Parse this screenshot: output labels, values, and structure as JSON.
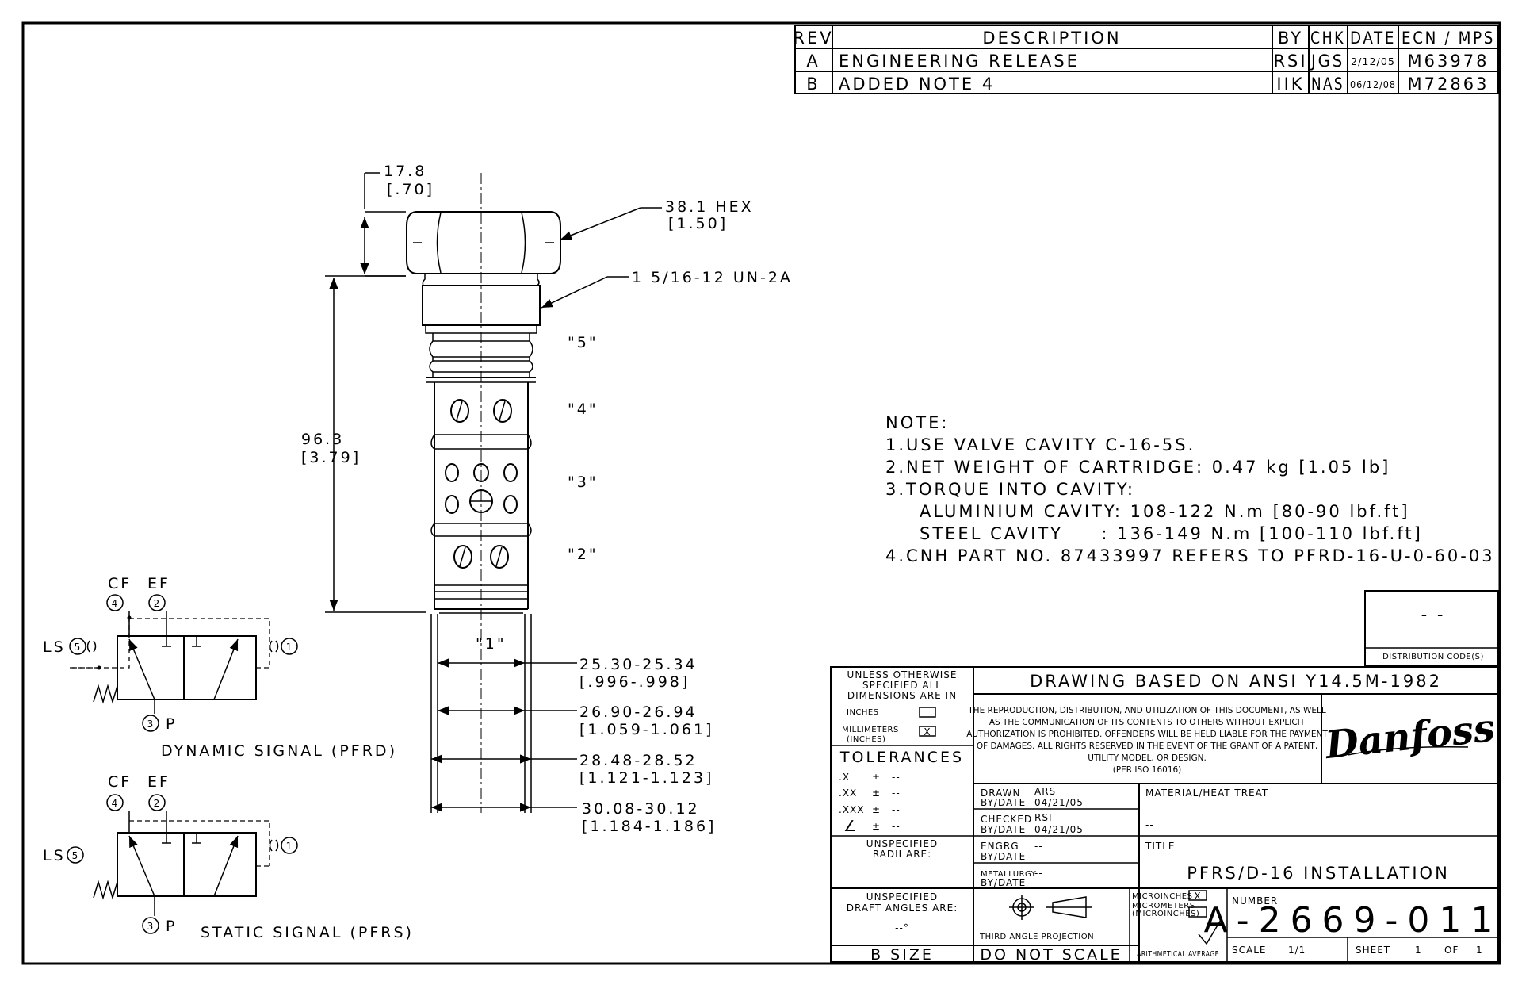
{
  "revisions": {
    "headers": [
      "REV",
      "DESCRIPTION",
      "BY",
      "CHK",
      "DATE",
      "ECN / MPS"
    ],
    "rows": [
      [
        "A",
        "ENGINEERING RELEASE",
        "RSI",
        "JGS",
        "2/12/05",
        "M63978"
      ],
      [
        "B",
        "ADDED NOTE 4",
        "IIK",
        "NAS",
        "06/12/08",
        "M72863"
      ]
    ]
  },
  "dims": {
    "hex_height_mm": "17.8",
    "hex_height_in": "[.70]",
    "hex_size": "38.1 HEX",
    "hex_size_in": "[1.50]",
    "thread": "1 5/16-12 UN-2A",
    "length_mm": "96.3",
    "length_in": "[3.79]",
    "d1_mm": "25.30-25.34",
    "d1_in": "[.996-.998]",
    "d2_mm": "26.90-26.94",
    "d2_in": "[1.059-1.061]",
    "d3_mm": "28.48-28.52",
    "d3_in": "[1.121-1.123]",
    "d4_mm": "30.08-30.12",
    "d4_in": "[1.184-1.186]"
  },
  "ports": {
    "p5": "\"5\"",
    "p4": "\"4\"",
    "p3": "\"3\"",
    "p2": "\"2\"",
    "p1": "\"1\""
  },
  "notes": {
    "heading": "NOTE:",
    "n1": "1.USE VALVE CAVITY C-16-5S.",
    "n2": "2.NET WEIGHT OF CARTRIDGE: 0.47 kg [1.05 lb]",
    "n3": "3.TORQUE INTO CAVITY:",
    "n3a": "ALUMINIUM CAVITY: 108-122 N.m [80-90 lbf.ft]",
    "n3b": "STEEL CAVITY     : 136-149 N.m [100-110 lbf.ft]",
    "n4": "4.CNH PART NO. 87433997 REFERS TO PFRD-16-U-0-60-03"
  },
  "schematic": {
    "cf": "CF",
    "ef": "EF",
    "ls": "LS",
    "p": "P",
    "c1": "1",
    "c2": "2",
    "c3": "3",
    "c4": "4",
    "c5": "5",
    "dynamic_caption": "DYNAMIC SIGNAL (PFRD)",
    "static_caption": "STATIC SIGNAL (PFRS)"
  },
  "distribution": {
    "value": "- -",
    "label": "DISTRIBUTION CODE(S)"
  },
  "title_block": {
    "unless_l1": "UNLESS OTHERWISE",
    "unless_l2": "SPECIFIED ALL",
    "unless_l3": "DIMENSIONS ARE IN",
    "inches": "INCHES",
    "millimeters": "MILLIMETERS",
    "inches_paren": "(INCHES)",
    "mm_mark": "X",
    "tolerances": "TOLERANCES",
    "tol_x": ".X",
    "tol_xx": ".XX",
    "tol_xxx": ".XXX",
    "pm": "±",
    "tol_val": "--",
    "angle_sym": "∠",
    "radii_l1": "UNSPECIFIED",
    "radii_l2": "RADII ARE:",
    "radii_val": "--",
    "draft_l1": "UNSPECIFIED",
    "draft_l2": "DRAFT ANGLES ARE:",
    "draft_val": "--°",
    "size": "B SIZE",
    "standard": "DRAWING BASED ON ANSI Y14.5M-1982",
    "notice_l1": "THE REPRODUCTION, DISTRIBUTION, AND UTILIZATION OF THIS DOCUMENT, AS WELL",
    "notice_l2": "AS THE COMMUNICATION OF ITS CONTENTS TO OTHERS WITHOUT EXPLICIT",
    "notice_l3": "AUTHORIZATION IS PROHIBITED. OFFENDERS WILL BE HELD LIABLE FOR THE PAYMENT",
    "notice_l4": "OF DAMAGES.  ALL RIGHTS RESERVED IN THE EVENT OF THE GRANT OF A PATENT,",
    "notice_l5": "UTILITY MODEL, OR DESIGN.",
    "notice_l6": "(PER ISO 16016)",
    "logo": "Danfoss",
    "drawn_label": "DRAWN",
    "drawn_val": "ARS",
    "bydate_label": "BY/DATE",
    "drawn_date": "04/21/05",
    "checked_label": "CHECKED",
    "checked_val": "RSI",
    "checked_date": "04/21/05",
    "engrg_label": "ENGRG",
    "engrg_val": "--",
    "engrg_date": "--",
    "metallurgy_label": "METALLURGY",
    "metallurgy_val": "--",
    "metallurgy_date": "--",
    "material_label": "MATERIAL/HEAT TREAT",
    "material_val1": "--",
    "material_val2": "--",
    "title_label": "TITLE",
    "title": "PFRS/D-16 INSTALLATION",
    "projection": "THIRD ANGLE PROJECTION",
    "no_scale": "DO NOT SCALE",
    "microinches": "MICROINCHES",
    "micrometers": "MICROMETERS",
    "micro_paren": "(MICROINCHES)",
    "micro_mark": "X",
    "finish_val": "--",
    "arith": "ARITHMETICAL AVERAGE",
    "number_label": "NUMBER",
    "number": "A-2669-011",
    "scale_label": "SCALE",
    "scale": "1/1",
    "sheet_label": "SHEET",
    "sheet": "1",
    "of_label": "OF",
    "of": "1"
  }
}
